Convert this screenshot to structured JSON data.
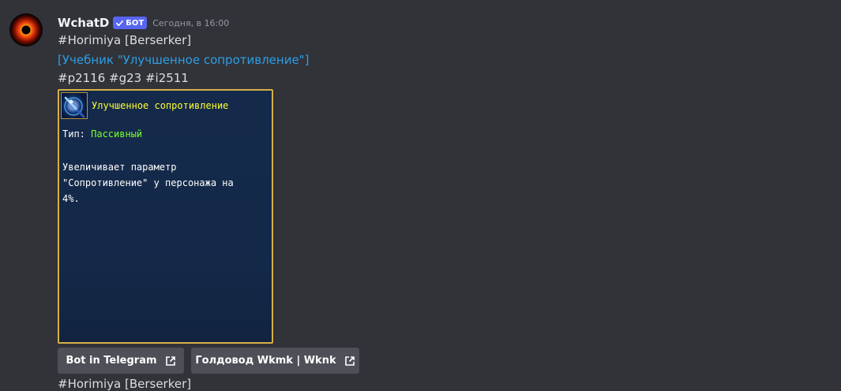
{
  "message": {
    "author": "WchatD",
    "bot_tag": "БОТ",
    "timestamp": "Сегодня, в 16:00",
    "lines": [
      "#Horimiya [Berserker]",
      "[Учебник \"Улучшенное сопротивление\"]",
      "#p2116 #g23 #i2511"
    ]
  },
  "card": {
    "title": "Улучшенное сопротивление",
    "type_label": "Тип: ",
    "type_value": "Пассивный",
    "description": "Увеличивает параметр\n\"Сопротивление\" у персонажа на\n4%."
  },
  "buttons": [
    {
      "label": "Bot in Telegram",
      "icon": "external-link-icon"
    },
    {
      "label": "Голдовод Wkmk | Wknk",
      "icon": "external-link-icon"
    }
  ],
  "next_message_partial": "#Horimiya [Berserker]",
  "colors": {
    "background": "#313338",
    "bot_tag": "#5865f2",
    "link": "#2d9ee6",
    "card_border": "#d6b048",
    "card_title": "#ffff2e",
    "type_value": "#7bff2e"
  }
}
